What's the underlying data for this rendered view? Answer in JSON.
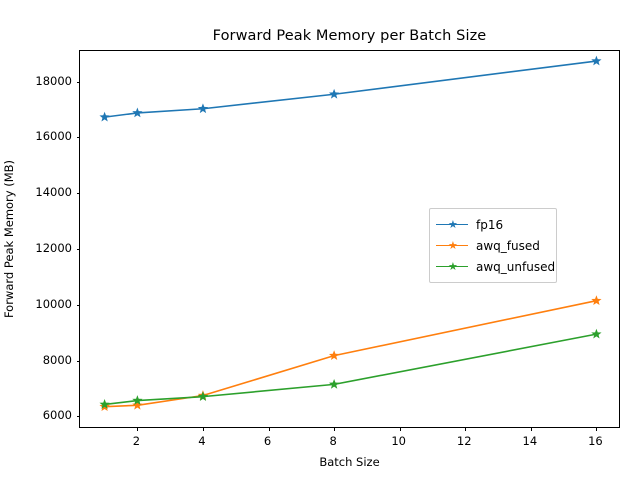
{
  "chart_data": {
    "type": "line",
    "title": "Forward Peak Memory per Batch Size",
    "xlabel": "Batch Size",
    "ylabel": "Forward Peak Memory (MB)",
    "x": [
      1,
      2,
      4,
      8,
      16
    ],
    "xticks": [
      2,
      4,
      6,
      8,
      10,
      12,
      14,
      16
    ],
    "yticks": [
      6000,
      8000,
      10000,
      12000,
      14000,
      16000,
      18000
    ],
    "xlim": [
      0.25,
      16.75
    ],
    "ylim": [
      5550,
      19100
    ],
    "grid": false,
    "legend_position": "center right",
    "marker": "star",
    "series": [
      {
        "name": "fp16",
        "color": "#1f77b4",
        "values": [
          16730,
          16880,
          17030,
          17550,
          18740
        ]
      },
      {
        "name": "awq_fused",
        "color": "#ff7f0e",
        "values": [
          6350,
          6400,
          6750,
          8180,
          10150
        ]
      },
      {
        "name": "awq_unfused",
        "color": "#2ca02c",
        "values": [
          6430,
          6570,
          6710,
          7150,
          8950
        ]
      }
    ]
  },
  "figure": {
    "background": "#ffffff",
    "axes_color": "#000000"
  }
}
